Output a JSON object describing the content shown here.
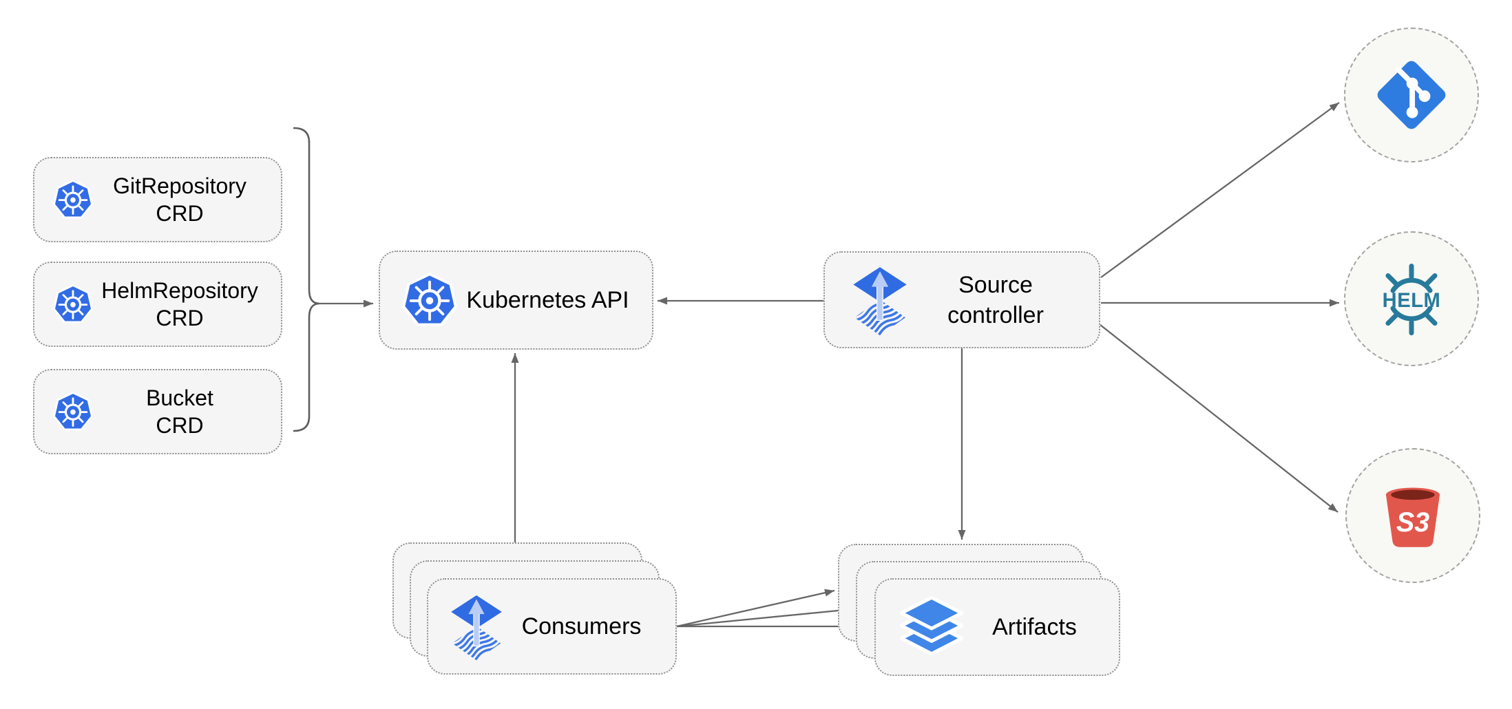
{
  "nodes": {
    "crds": [
      {
        "line1": "GitRepository",
        "line2": "CRD"
      },
      {
        "line1": "HelmRepository",
        "line2": "CRD"
      },
      {
        "line1": "Bucket",
        "line2": "CRD"
      }
    ],
    "kubernetes_api": {
      "label": "Kubernetes API"
    },
    "source_controller": {
      "line1": "Source",
      "line2": "controller"
    },
    "consumers": {
      "label": "Consumers"
    },
    "artifacts": {
      "label": "Artifacts"
    },
    "externals": {
      "git": {
        "icon": "git-icon"
      },
      "helm": {
        "icon": "helm-icon",
        "label": "HELM"
      },
      "s3": {
        "icon": "s3-icon",
        "label": "S3"
      }
    }
  },
  "connections": [
    {
      "from": "crd-group",
      "to": "kubernetes-api",
      "via": "brace",
      "style": "arrow"
    },
    {
      "from": "source-controller",
      "to": "kubernetes-api",
      "style": "arrow"
    },
    {
      "from": "consumers",
      "to": "kubernetes-api",
      "style": "arrow"
    },
    {
      "from": "source-controller",
      "to": "artifacts",
      "style": "arrow"
    },
    {
      "from": "source-controller",
      "to": "git",
      "style": "arrow"
    },
    {
      "from": "source-controller",
      "to": "helm",
      "style": "arrow"
    },
    {
      "from": "source-controller",
      "to": "s3",
      "style": "arrow"
    },
    {
      "from": "consumers",
      "to": "artifacts",
      "style": "arrow",
      "count": 3
    }
  ],
  "colors": {
    "kubernetes_blue": "#326ce5",
    "flux_blue": "#2f6be2",
    "flux_arrow_light": "#b9cdf4",
    "git_blue": "#2f7ce0",
    "helm_teal": "#277a9b",
    "s3_red": "#e2574c",
    "s3_mouth": "#7b241a",
    "layers_blue": "#3f86e8",
    "connector_gray": "#666666",
    "node_fill": "#f5f5f5",
    "node_border": "#8e8e8e"
  }
}
